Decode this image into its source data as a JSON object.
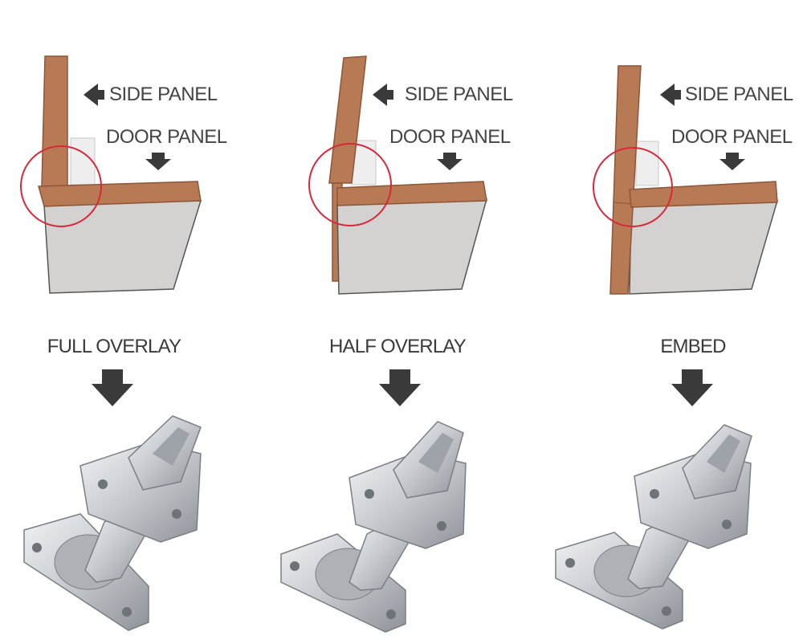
{
  "colors": {
    "wood": "#b87a55",
    "wood_edge": "#8c5638",
    "panel_face": "#d3d2d0",
    "panel_edge": "#555555",
    "circle": "#d8283a",
    "arrow": "#3a3a3a",
    "metal": "#c9ccd0",
    "metal_dark": "#8e9399"
  },
  "diagrams": [
    {
      "side_panel_label": "SIDE PANEL",
      "door_panel_label": "DOOR PANEL",
      "overlay_type": "FULL OVERLAY",
      "hinge_icon": "cabinet-hinge-icon"
    },
    {
      "side_panel_label": "SIDE PANEL",
      "door_panel_label": "DOOR PANEL",
      "overlay_type": "HALF OVERLAY",
      "hinge_icon": "cabinet-hinge-icon"
    },
    {
      "side_panel_label": "SIDE PANEL",
      "door_panel_label": "DOOR PANEL",
      "overlay_type": "EMBED",
      "hinge_icon": "cabinet-hinge-icon"
    }
  ]
}
